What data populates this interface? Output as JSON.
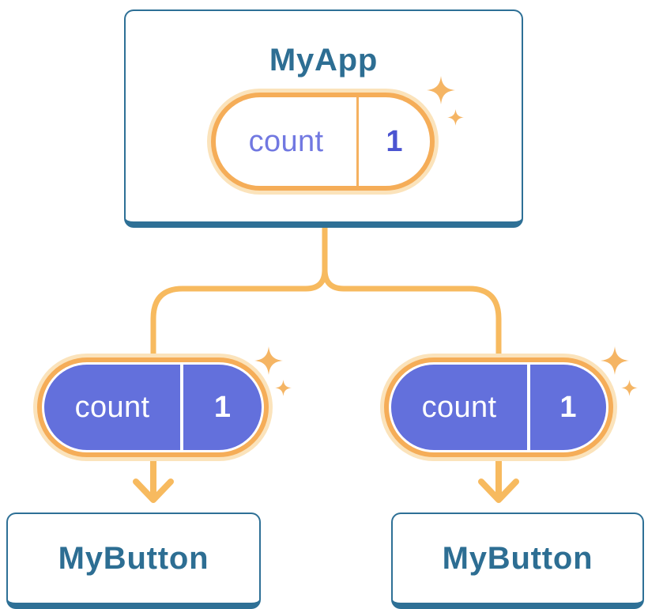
{
  "diagram": {
    "kind": "react-component-tree",
    "root": {
      "title": "MyApp",
      "state_pill": {
        "label": "count",
        "value": "1",
        "style": "outlined"
      }
    },
    "children": [
      {
        "title": "MyButton",
        "state_pill": {
          "label": "count",
          "value": "1",
          "style": "filled"
        }
      },
      {
        "title": "MyButton",
        "state_pill": {
          "label": "count",
          "value": "1",
          "style": "filled"
        }
      }
    ],
    "icons": [
      "sparkles-icon"
    ],
    "colors": {
      "card_border_blue": "#2E7096",
      "title_text_blue": "#2D6E93",
      "pill_halo_light_orange": "#FBE3BB",
      "pill_ring_orange": "#F5AD58",
      "connector_orange": "#F7BA5F",
      "pill_fill_purple": "#6370DC",
      "state_label_indigo": "#7178E1",
      "state_value_indigo": "#4B54D1",
      "pill_text_on_purple": "#FFFFFF",
      "background": "#FFFFFF"
    }
  }
}
